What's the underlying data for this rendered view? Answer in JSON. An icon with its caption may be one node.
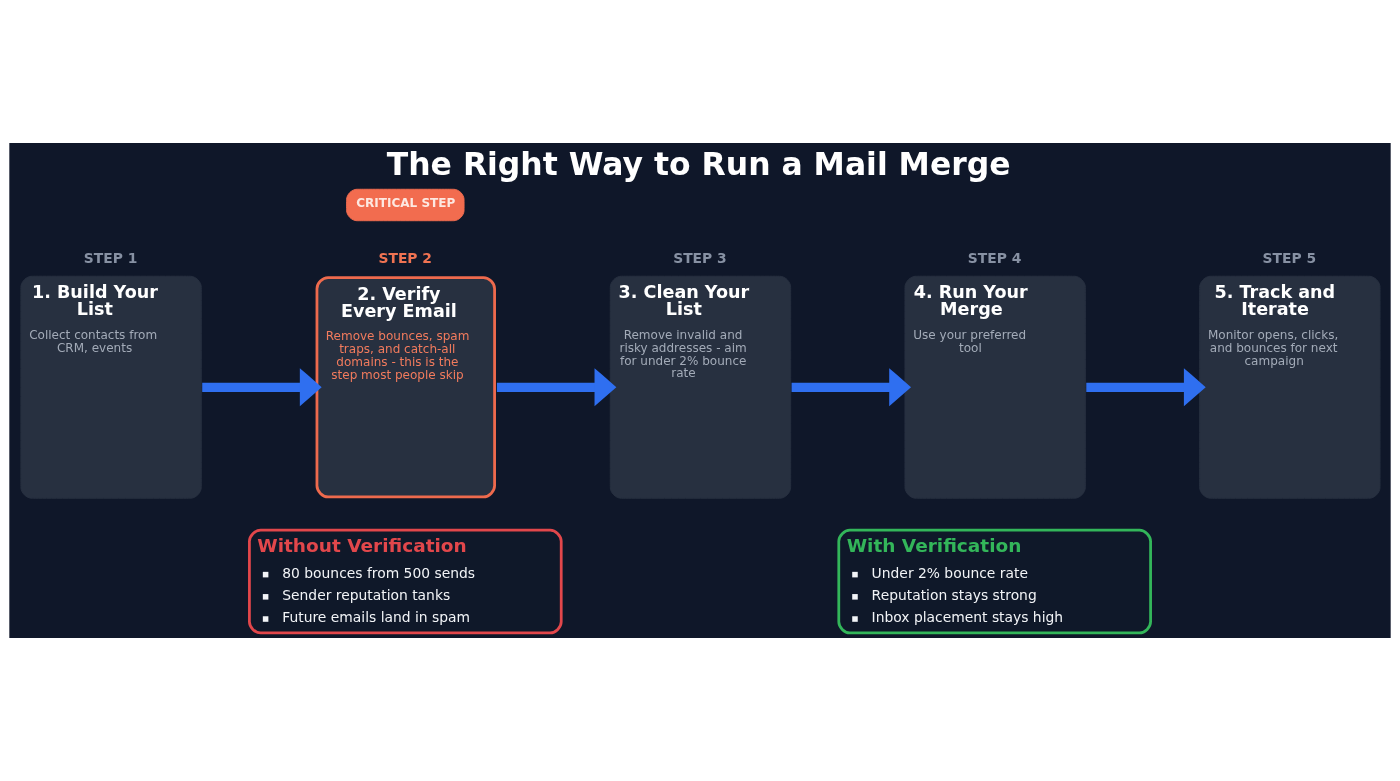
{
  "diagram": {
    "title": "The Right Way to Run a Mail Merge",
    "nodes": [
      {
        "text": [
          "CRITICAL STEP"
        ]
      },
      {
        "text": [
          "STEP 1",
          "1. Build Your List",
          "Collect contacts from CRM, events"
        ]
      },
      {
        "text": [
          "STEP 2",
          "2. Verify Every Email",
          "Remove bounces, spam traps, and catch-all domains - this is the step most people skip"
        ]
      },
      {
        "text": [
          "STEP 3",
          "3. Clean Your List",
          "Remove invalid and risky addresses - aim for under 2% bounce rate"
        ]
      },
      {
        "text": [
          "STEP 4",
          "4. Run Your Merge",
          "Use your preferred tool"
        ]
      },
      {
        "text": [
          "STEP 5",
          "5. Track and Iterate",
          "Monitor opens, clicks, and bounces for next campaign"
        ]
      },
      {
        "text": [
          "Without Verification",
          "80 bounces from 500 sends",
          "Sender reputation tanks",
          "Future emails land in spam"
        ]
      },
      {
        "text": [
          "With Verification",
          "Under 2% bounce rate",
          "Reputation stays strong",
          "Inbox placement stays high"
        ]
      }
    ],
    "edges": [
      {
        "from": 1,
        "to": 2,
        "arrow": "to"
      },
      {
        "from": 2,
        "to": 3,
        "arrow": "to"
      },
      {
        "from": 3,
        "to": 4,
        "arrow": "to"
      },
      {
        "from": 4,
        "to": 5,
        "arrow": "to"
      }
    ]
  }
}
